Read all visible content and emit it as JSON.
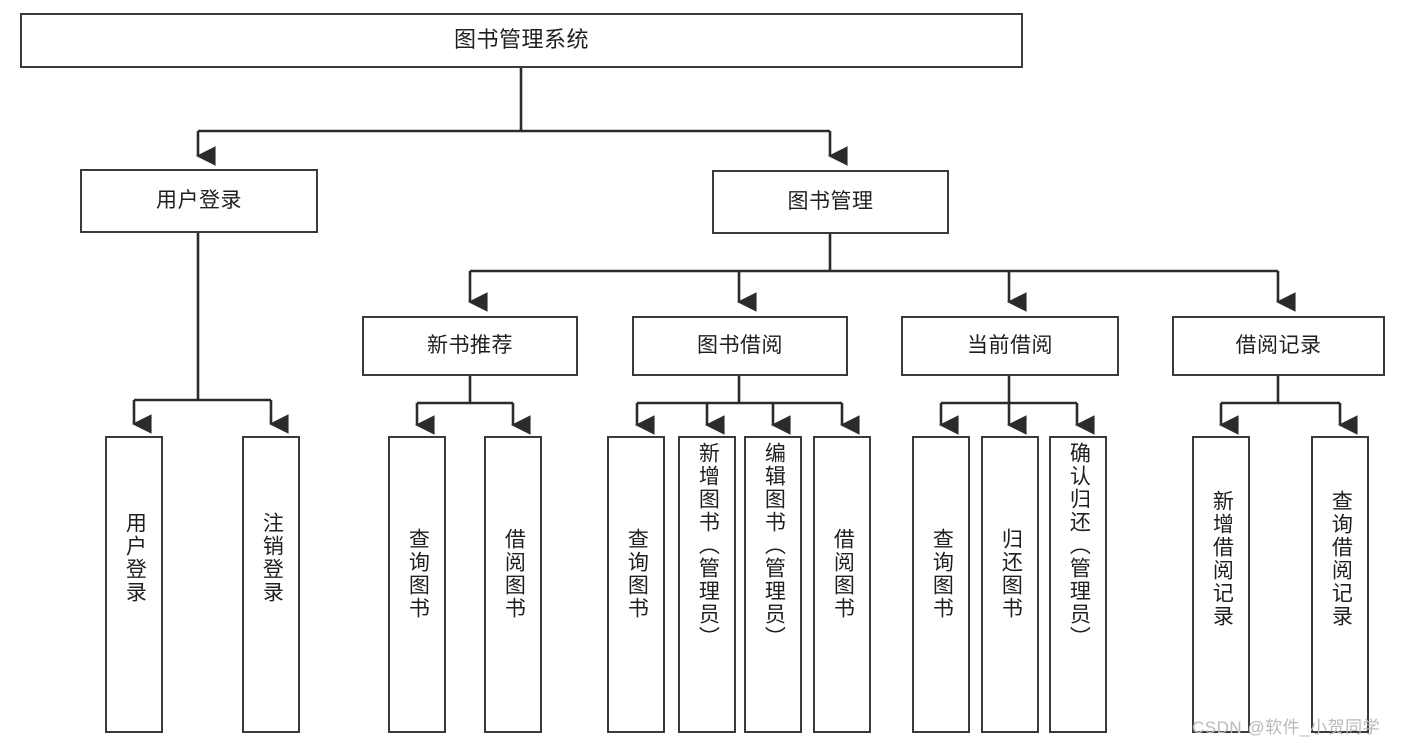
{
  "diagram": {
    "title": "图书管理系统",
    "type": "hierarchy-tree",
    "colors": {
      "box_border": "#3a3a3a",
      "box_fill": "#ffffff",
      "connector": "#2b2b2b",
      "text": "#1f1f1f",
      "watermark": "#b9b9b9"
    },
    "levels": {
      "root": {
        "label": "图书管理系统"
      },
      "level2": [
        {
          "id": "user-login",
          "label": "用户登录"
        },
        {
          "id": "book-management",
          "label": "图书管理"
        }
      ],
      "level3": [
        {
          "id": "new-book-recommend",
          "label": "新书推荐"
        },
        {
          "id": "book-borrow",
          "label": "图书借阅"
        },
        {
          "id": "current-borrow",
          "label": "当前借阅"
        },
        {
          "id": "borrow-record",
          "label": "借阅记录"
        }
      ],
      "leaves": {
        "user_login": [
          {
            "id": "leaf-user-login",
            "label": "用户登录"
          },
          {
            "id": "leaf-logout-login",
            "label": "注销登录"
          }
        ],
        "new_book_recommend": [
          {
            "id": "leaf-query-book-1",
            "label": "查询图书"
          },
          {
            "id": "leaf-borrow-book-1",
            "label": "借阅图书"
          }
        ],
        "book_borrow": [
          {
            "id": "leaf-query-book-2",
            "label": "查询图书"
          },
          {
            "id": "leaf-add-book-admin",
            "label": "新增图书（管理员）"
          },
          {
            "id": "leaf-edit-book-admin",
            "label": "编辑图书（管理员）"
          },
          {
            "id": "leaf-borrow-book-2",
            "label": "借阅图书"
          }
        ],
        "current_borrow": [
          {
            "id": "leaf-query-book-3",
            "label": "查询图书"
          },
          {
            "id": "leaf-return-book",
            "label": "归还图书"
          },
          {
            "id": "leaf-confirm-return-admin",
            "label": "确认归还（管理员）"
          }
        ],
        "borrow_record": [
          {
            "id": "leaf-add-borrow-record",
            "label": "新增借阅记录"
          },
          {
            "id": "leaf-query-borrow-record",
            "label": "查询借阅记录"
          }
        ]
      }
    },
    "watermark": "CSDN @软件_小贺同学"
  }
}
